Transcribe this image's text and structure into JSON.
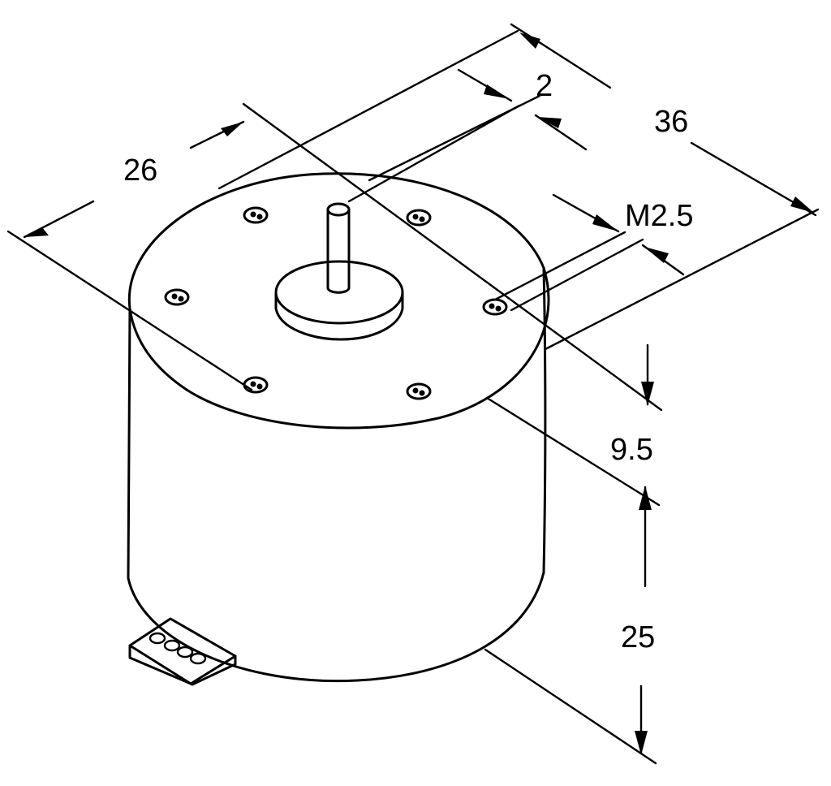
{
  "drawing": {
    "subject": "isometric motor outline drawing",
    "dimensions": {
      "flange_width": "26",
      "shaft_flat": "2",
      "overall_depth": "36",
      "thread": "M2.5",
      "top_height": "9.5",
      "body_height": "25"
    },
    "colors": {
      "line": "#000000",
      "background": "#ffffff"
    }
  }
}
